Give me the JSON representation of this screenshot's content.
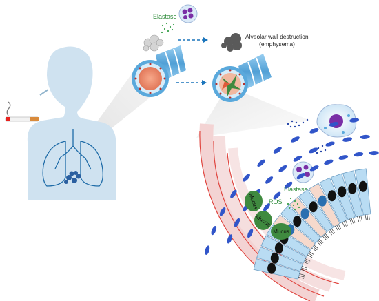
{
  "labels": {
    "elastase_top": "Elastase",
    "alveolar_line1": "Alveolar wall destruction",
    "alveolar_line2": "(emphysema)",
    "elastase_inner": "Elastase",
    "ros": "ROS",
    "mucus": [
      "Mucus",
      "Mucus",
      "Mucus"
    ]
  },
  "colors": {
    "body": "#cfe2f0",
    "airway": "#5aa9dc",
    "elastase_text": "#2e8b3a",
    "mucus": "#3f8a3f",
    "neutrophil_nucleus": "#7a2fa6",
    "arrow": "#1b75bc",
    "vessel_red": "#e0453f",
    "vessel_blue": "#3155c9"
  },
  "icons": [
    "cigarette-icon",
    "smoke-icon",
    "neutrophil-icon",
    "macrophage-icon"
  ]
}
